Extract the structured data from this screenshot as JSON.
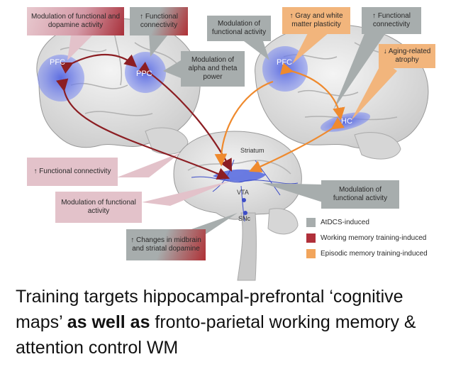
{
  "callouts": {
    "modulation_functional_dopamine": "Modulation of functional and dopamine activity",
    "functional_connectivity_left": "Functional connectivity",
    "modulation_alpha_theta": "Modulation of alpha and theta power",
    "modulation_functional_right_top": "Modulation of functional activity",
    "gray_white_plasticity": "Gray and white matter plasticity",
    "functional_connectivity_right": "Functional connectivity",
    "aging_atrophy": "Aging-related atrophy",
    "functional_connectivity_mid": "Functional connectivity",
    "modulation_functional_mid": "Modulation of functional activity",
    "modulation_functional_right_bottom": "Modulation of functional activity",
    "midbrain_changes": "Changes in midbrain and striatal dopamine"
  },
  "arrows": {
    "up": "↑",
    "down": "↓"
  },
  "regions": {
    "pfc_left": "PFC",
    "ppc": "PPC",
    "pfc_right": "PFC",
    "hc": "HC",
    "striatum": "Striatum",
    "vta": "VTA",
    "snc": "SNc"
  },
  "legend": [
    {
      "label": "AtDCS-induced",
      "color": "#a7adad"
    },
    {
      "label": "Working memory training-induced",
      "color": "#b0303a"
    },
    {
      "label": "Episodic memory training-induced",
      "color": "#f2a55c"
    }
  ],
  "caption": {
    "part1": "Training targets hippocampal-prefrontal ‘cognitive maps’ ",
    "bold": "as well as",
    "part2": " fronto-parietal working memory & attention control WM"
  },
  "colors": {
    "region_blue": "#5b6ee0",
    "wm_red": "#8c1e23",
    "em_orange": "#ef8a2e"
  }
}
